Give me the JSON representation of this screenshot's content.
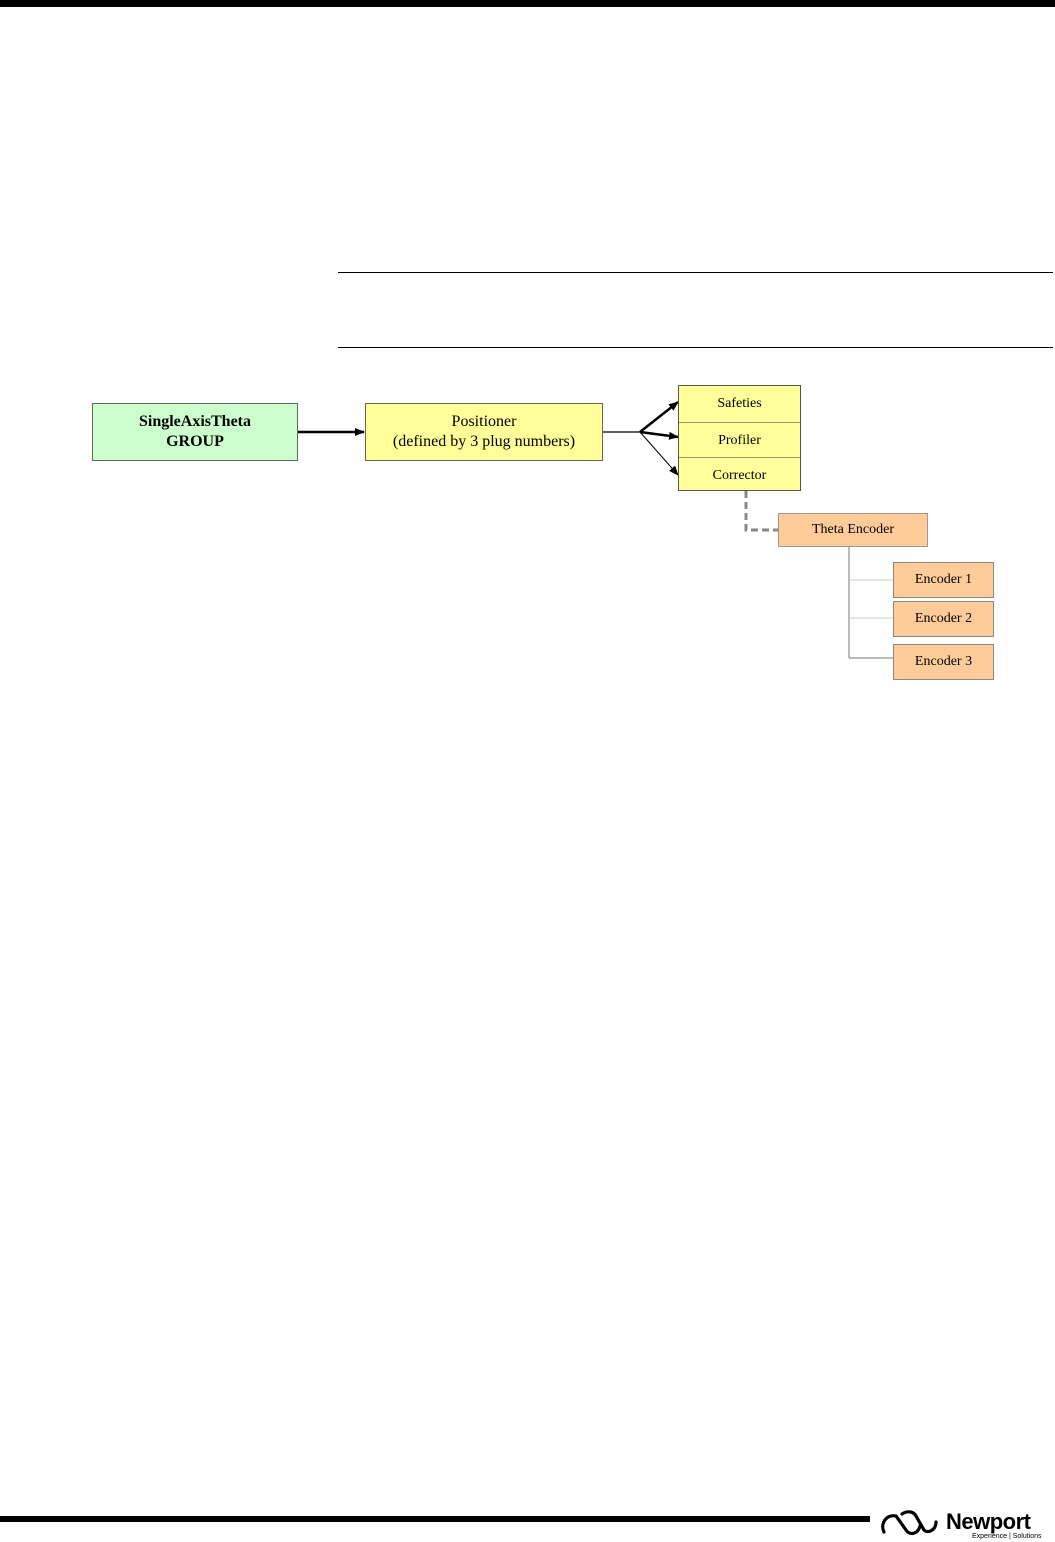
{
  "diagram": {
    "group": {
      "line1": "SingleAxisTheta",
      "line2": "GROUP"
    },
    "positioner": {
      "line1": "Positioner",
      "line2": "(defined by 3 plug numbers)"
    },
    "sub_items": [
      "Safeties",
      "Profiler",
      "Corrector"
    ],
    "theta_encoder": "Theta Encoder",
    "encoders": [
      "Encoder 1",
      "Encoder 2",
      "Encoder 3"
    ]
  },
  "footer": {
    "brand": "Newport",
    "tagline": "Experience | Solutions"
  },
  "colors": {
    "group_fill": "#ccffcc",
    "positioner_fill": "#ffff99",
    "encoder_fill": "#ffcc99"
  }
}
